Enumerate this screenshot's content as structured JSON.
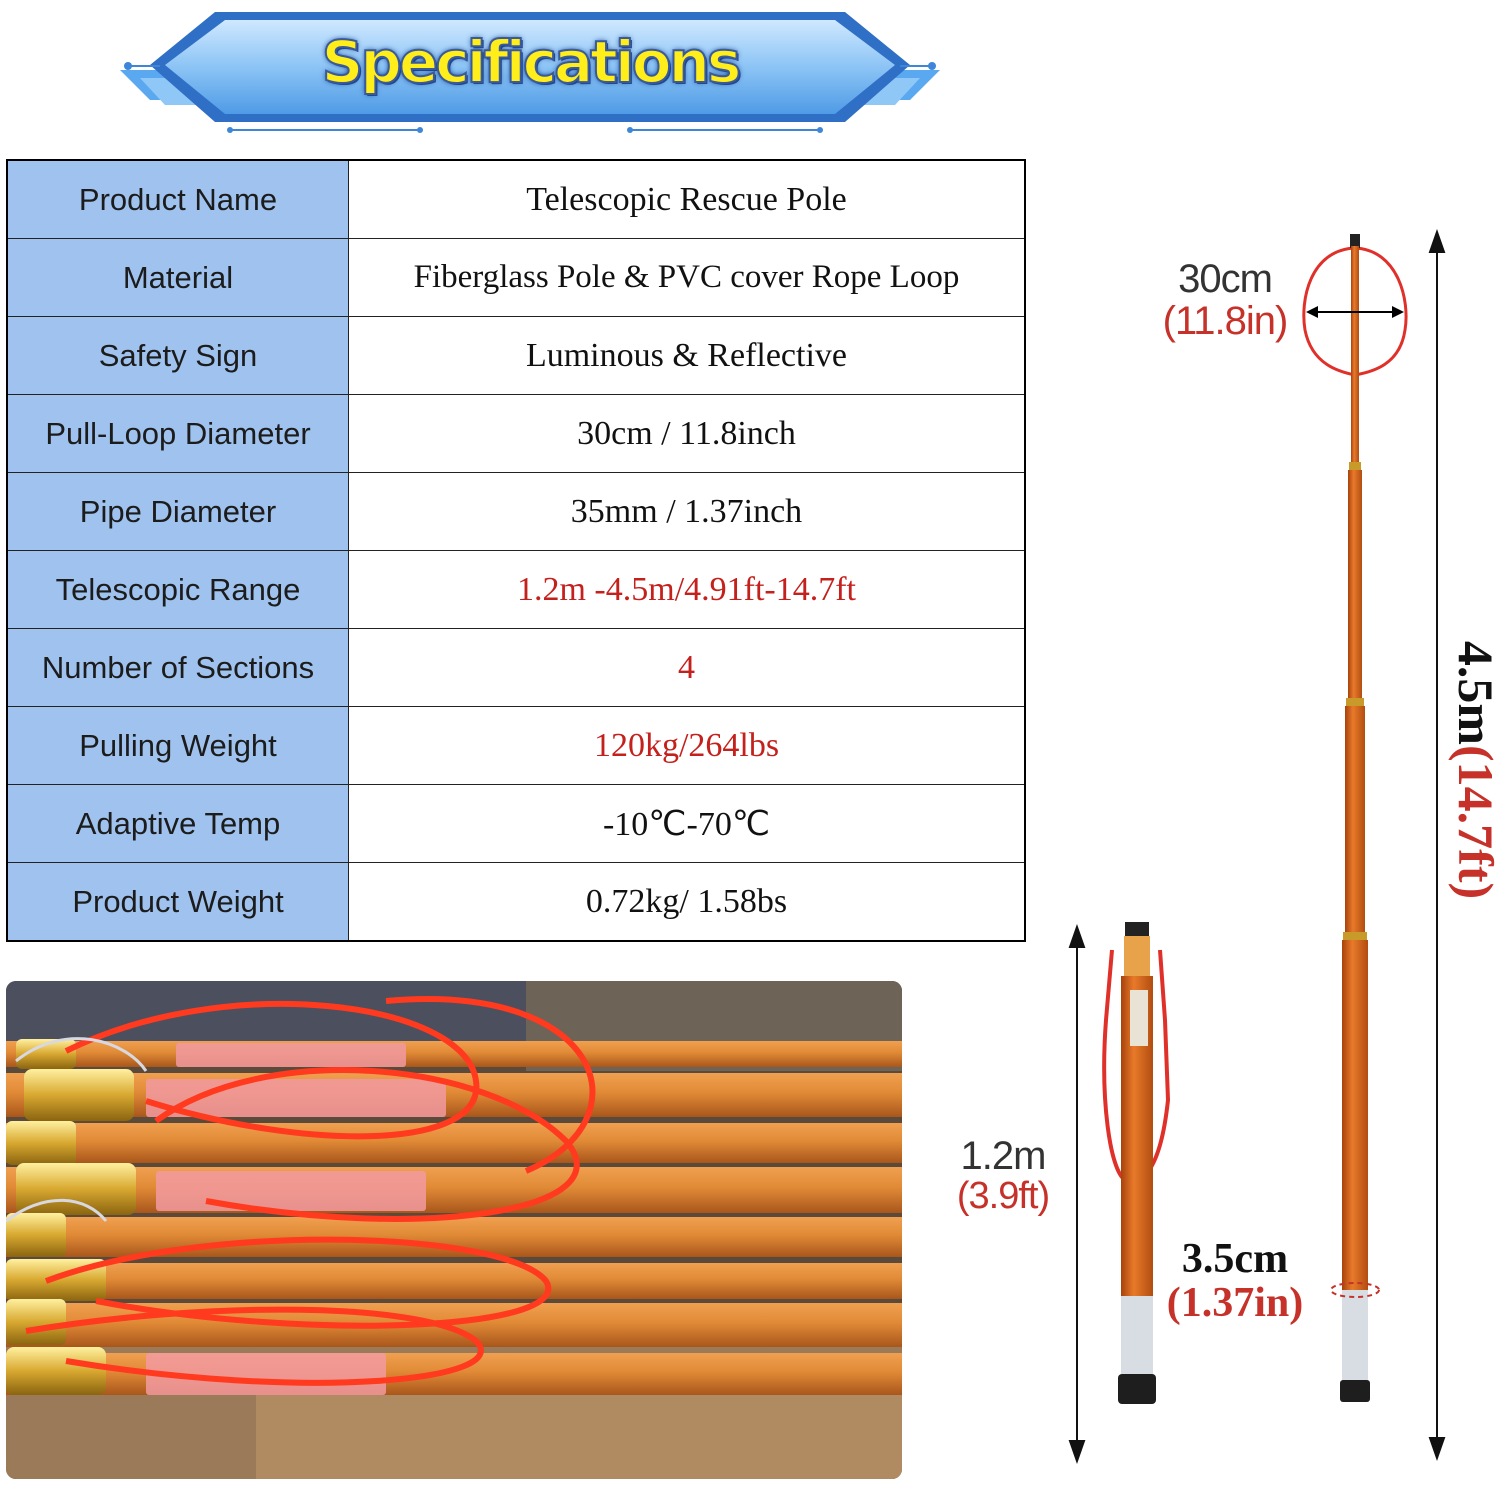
{
  "banner": {
    "title": "Specifications"
  },
  "specs": [
    {
      "label": "Product Name",
      "value": "Telescopic Rescue Pole"
    },
    {
      "label": "Material",
      "value": "Fiberglass Pole & PVC cover Rope Loop"
    },
    {
      "label": "Safety Sign",
      "value": "Luminous & Reflective"
    },
    {
      "label": "Pull-Loop Diameter",
      "value": "30cm / 11.8inch"
    },
    {
      "label": "Pipe Diameter",
      "value": "35mm / 1.37inch"
    },
    {
      "label": "Telescopic Range",
      "value": "1.2m -4.5m/4.91ft-14.7ft"
    },
    {
      "label": "Number of Sections",
      "value": "4"
    },
    {
      "label": "Pulling Weight",
      "value": "120kg/264lbs"
    },
    {
      "label": "Adaptive Temp",
      "value": "-10℃-70℃"
    },
    {
      "label": "Product Weight",
      "value": "0.72kg/ 1.58bs"
    }
  ],
  "dimensions": {
    "loop": {
      "metric": "30cm",
      "imperial": "(11.8in)"
    },
    "extended": {
      "metric": "4.5m",
      "imperial": "(14.7ft)"
    },
    "collapsed": {
      "metric": "1.2m",
      "imperial": "(3.9ft)"
    },
    "pipe": {
      "metric": "3.5cm",
      "imperial": "(1.37in)"
    }
  },
  "colors": {
    "label_cell": "#9fc3ee",
    "highlight_red": "#c4201c",
    "pole_orange": "#d9621a",
    "loop_red": "#e0302a",
    "banner_blue": "#5aa8f0",
    "banner_text": "#ffee1a"
  }
}
